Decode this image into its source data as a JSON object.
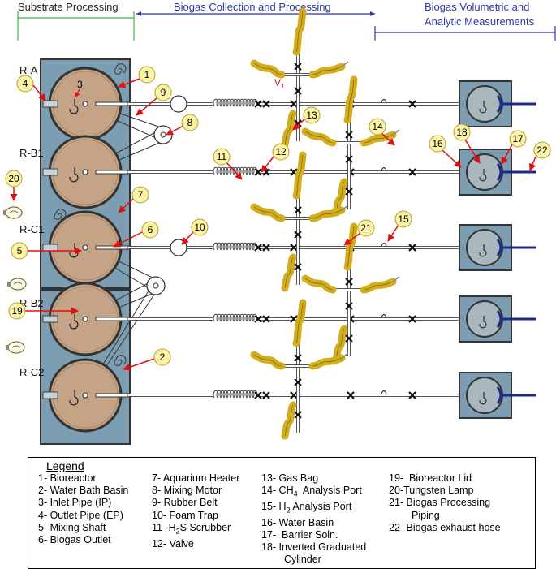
{
  "sections": {
    "substrate": "Substrate Processing",
    "biogas_collection": "Biogas Collection and Processing",
    "volumetric_line1": "Biogas Volumetric and",
    "volumetric_line2": "Analytic Measurements"
  },
  "reactors": [
    "R-A",
    "R-B1",
    "R-C1",
    "R-B2",
    "R-C2"
  ],
  "valve_label": "V",
  "valve_sub": "1",
  "callouts": {
    "c1": "1",
    "c2": "2",
    "c3": "3",
    "c4": "4",
    "c5": "5",
    "c6": "6",
    "c7": "7",
    "c8": "8",
    "c9": "9",
    "c10": "10",
    "c11": "11",
    "c12": "12",
    "c13": "13",
    "c14": "14",
    "c15": "15",
    "c16": "16",
    "c17": "17",
    "c18": "18",
    "c19": "19",
    "c20": "20",
    "c21": "21",
    "c22": "22"
  },
  "legend": {
    "title": "Legend",
    "col1": [
      "1- Bioreactor",
      "2- Water Bath Basin",
      "3- Inlet Pipe (IP)",
      "4- Outlet Pipe (EP)",
      "5- Mixing Shaft",
      "6- Biogas Outlet"
    ],
    "col2_a": [
      "7- Aquarium Heater",
      "8- Mixing Motor",
      "9- Rubber Belt",
      "10- Foam Trap"
    ],
    "col2_h2s_pre": "11- H",
    "col2_h2s_sub": "2",
    "col2_h2s_post": "S Scrubber",
    "col2_b": "12- Valve",
    "col3_a": "13- Gas Bag",
    "col3_ch4_pre": "14- CH",
    "col3_ch4_sub": "4",
    "col3_ch4_post": "  Analysis Port",
    "col3_h2_pre": "15- H",
    "col3_h2_sub": "2",
    "col3_h2_post": " Analysis Port",
    "col3_b": [
      "16- Water Basin",
      "17-  Barrier Soln.",
      "18- Inverted Graduated",
      "Cylinder"
    ],
    "col4": [
      "19-  Bioreactor Lid",
      "20-Tungsten Lamp",
      "21- Biogas Processing",
      "Piping",
      "22- Biogas exhaust hose"
    ]
  },
  "colors": {
    "basin": "#7d9db2",
    "reactor": "#c4a387",
    "callout_fill": "#fbf3a5",
    "arrow": "#e01010",
    "gasbag": "#d2ad1c",
    "lamp_glow": "#fbf7b0",
    "green_bracket": "#39b54a",
    "blue_bracket": "#2d3a9e"
  }
}
